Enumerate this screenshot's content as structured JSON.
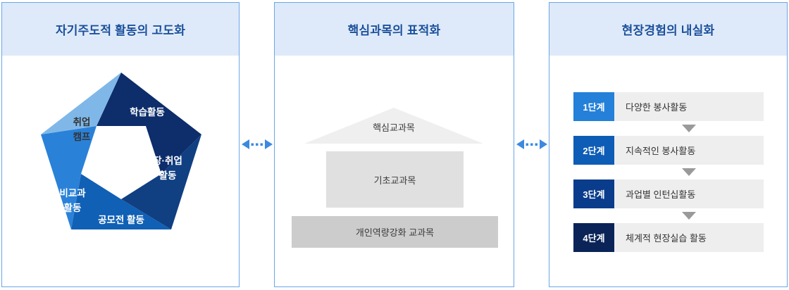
{
  "colors": {
    "panel_border": "#6aa7e8",
    "panel_header_bg": "#deeaf9",
    "panel_title_text": "#1a4f9c",
    "connector_arrow": "#3c8ae0",
    "pentagon": [
      "#0d2d6b",
      "#103f82",
      "#1060b5",
      "#2a81d8",
      "#7fb8e8"
    ],
    "house_roof": "#efefef",
    "house_mid": "#e0e0e0",
    "house_base": "#cccccc",
    "step_badges": [
      "#2480d8",
      "#0d5cb6",
      "#0a3c8c",
      "#0a2458"
    ],
    "step_text_bg": "#eeeeee",
    "step_arrow": "#9a9a9a"
  },
  "panels": [
    {
      "id": "panel-1",
      "title": "자기주도적 활동의 고도화",
      "diagram": {
        "type": "pinwheel-pentagon",
        "segments": [
          {
            "label": "학습활동",
            "color": "#0d2d6b",
            "label_lines": [
              "학습활동"
            ]
          },
          {
            "label": "장·취업 활동",
            "color": "#103f82",
            "label_lines": [
              "장·취업",
              "활동"
            ]
          },
          {
            "label": "공모전 활동",
            "color": "#1060b5",
            "label_lines": [
              "공모전 활동"
            ]
          },
          {
            "label": "비교과 활동",
            "color": "#2a81d8",
            "label_lines": [
              "비교과",
              "활동"
            ]
          },
          {
            "label": "취업 캠프",
            "color": "#7fb8e8",
            "label_lines": [
              "취업",
              "캠프"
            ]
          }
        ]
      }
    },
    {
      "id": "panel-2",
      "title": "핵심과목의 표적화",
      "diagram": {
        "type": "house-pyramid",
        "tiers": [
          {
            "label": "핵심교과목",
            "shape": "triangle",
            "color": "#efefef"
          },
          {
            "label": "기초교과목",
            "shape": "rect",
            "color": "#e0e0e0"
          },
          {
            "label": "개인역량강화 교과목",
            "shape": "rect",
            "color": "#cccccc"
          }
        ]
      }
    },
    {
      "id": "panel-3",
      "title": "현장경험의 내실화",
      "diagram": {
        "type": "step-flow",
        "steps": [
          {
            "badge": "1단계",
            "text": "다양한 봉사활동",
            "color": "#2480d8"
          },
          {
            "badge": "2단계",
            "text": "지속적인 봉사활동",
            "color": "#0d5cb6"
          },
          {
            "badge": "3단계",
            "text": "과업별 인턴십활동",
            "color": "#0a3c8c"
          },
          {
            "badge": "4단계",
            "text": "체계적 현장실습 활동",
            "color": "#0a2458"
          }
        ]
      }
    }
  ],
  "connectors": [
    {
      "id": "connector-1",
      "icon": "double-dotted-arrow-icon"
    },
    {
      "id": "connector-2",
      "icon": "double-dotted-arrow-icon"
    }
  ]
}
